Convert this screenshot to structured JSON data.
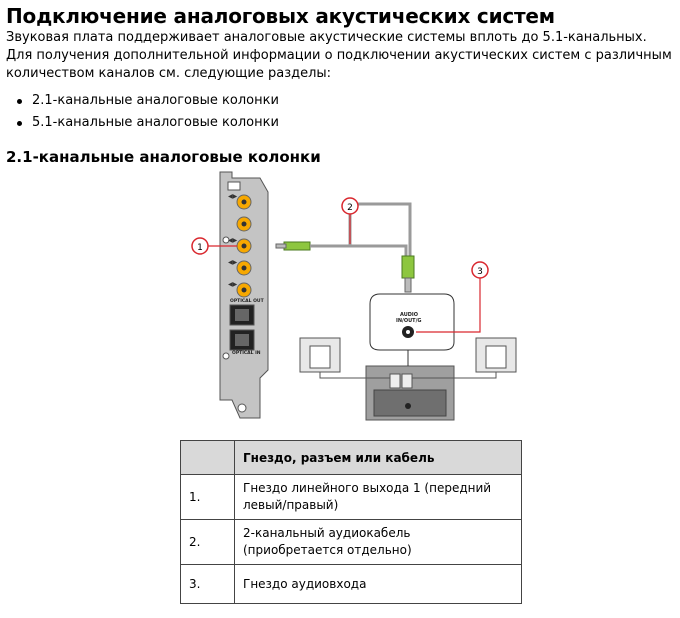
{
  "title": "Подключение аналоговых акустических систем",
  "intro": "Звуковая плата поддерживает аналоговые акустические системы вплоть до 5.1-канальных. Для получения дополнительной информации о подключении акустических систем с различным количеством каналов см. следующие разделы:",
  "links": [
    {
      "label": "2.1-канальные аналоговые колонки"
    },
    {
      "label": "5.1-канальные аналоговые колонки"
    }
  ],
  "section_title": "2.1-канальные аналоговые колонки",
  "diagram": {
    "callouts": [
      "1",
      "2",
      "3"
    ],
    "card_labels": {
      "optical_out": "OPTICAL OUT",
      "optical_in": "OPTICAL IN"
    },
    "device_label_line1": "AUDIO",
    "device_label_line2": "IN/OUT/G",
    "colors": {
      "cable_green": "#8dc63f",
      "jack_orange": "#f7a800",
      "callout_red": "#d9272e",
      "card_gray": "#bfbfbf"
    }
  },
  "table": {
    "header_num": "",
    "header_desc": "Гнездо, разъем или кабель",
    "rows": [
      {
        "num": "1.",
        "desc": "Гнездо линейного выхода 1 (передний левый/правый)"
      },
      {
        "num": "2.",
        "desc": "2-канальный аудиокабель (приобретается отдельно)"
      },
      {
        "num": "3.",
        "desc": "Гнездо аудиовхода"
      }
    ]
  }
}
